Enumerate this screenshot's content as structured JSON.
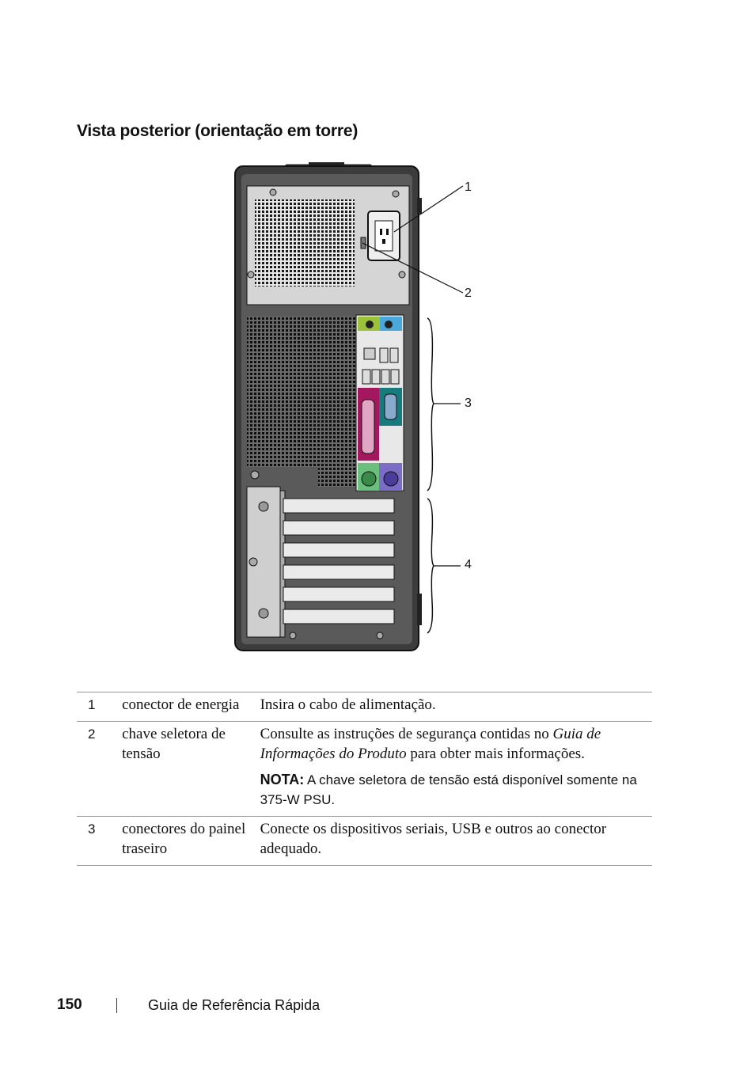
{
  "heading": "Vista posterior (orientação em torre)",
  "figure": {
    "callouts": [
      "1",
      "2",
      "3",
      "4"
    ]
  },
  "legend": [
    {
      "number": "1",
      "item": "conector de energia",
      "description": "Insira o cabo de alimentação."
    },
    {
      "number": "2",
      "item": "chave seletora de tensão",
      "description_before": "Consulte as instruções de segurança contidas no ",
      "description_italic": "Guia de Informações do Produto",
      "description_after": " para obter mais informações.",
      "note_label": "NOTA:",
      "note_text": " A chave seletora de tensão está disponível somente na 375-W PSU."
    },
    {
      "number": "3",
      "item": "conectores do painel traseiro",
      "description": "Conecte os dispositivos seriais, USB e outros ao conector adequado."
    }
  ],
  "footer": {
    "page_number": "150",
    "guide_title": "Guia de Referência Rápida"
  }
}
